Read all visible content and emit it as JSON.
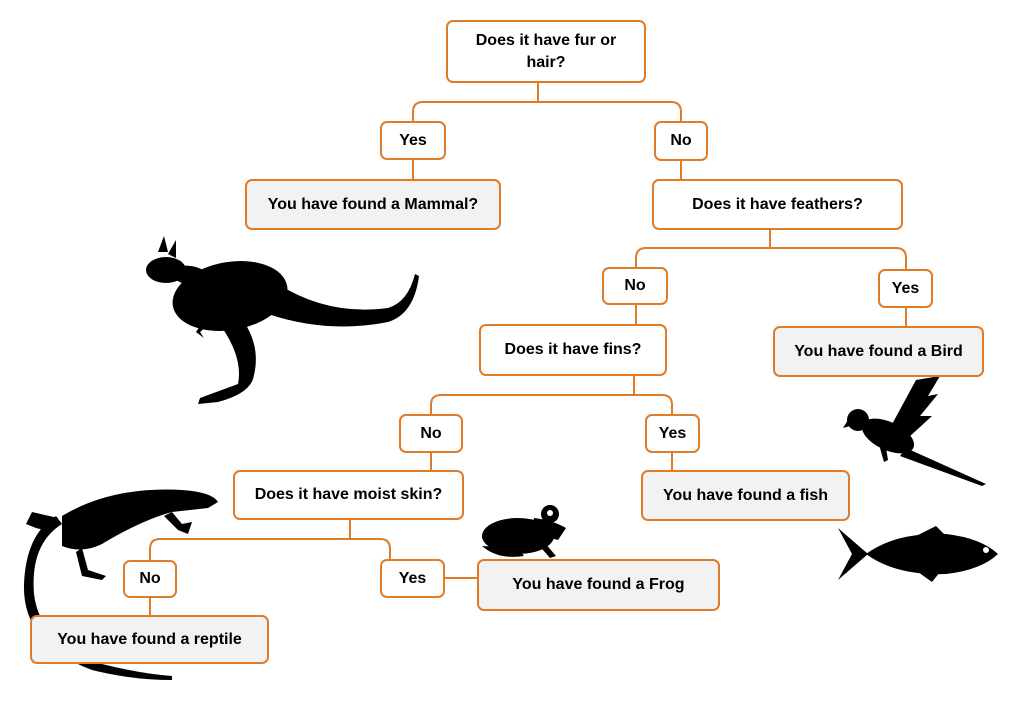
{
  "colors": {
    "accent": "#E07B28",
    "result_fill": "#F2F2F2",
    "silhouette": "#000000"
  },
  "nodes": {
    "q_fur": "Does it have fur or hair?",
    "yes_fur": "Yes",
    "no_fur": "No",
    "res_mammal": "You have found a Mammal?",
    "q_feathers": "Does it have feathers?",
    "no_feathers": "No",
    "yes_feathers": "Yes",
    "res_bird": "You have found a Bird",
    "q_fins": "Does it have fins?",
    "no_fins": "No",
    "yes_fins": "Yes",
    "res_fish": "You have found a fish",
    "q_moist": "Does it have moist skin?",
    "no_moist": "No",
    "yes_moist": "Yes",
    "res_frog": "You have found a Frog",
    "res_reptile": "You have found a reptile"
  },
  "icons": [
    "kangaroo-icon",
    "bird-icon",
    "fish-icon",
    "frog-icon",
    "lizard-icon"
  ]
}
